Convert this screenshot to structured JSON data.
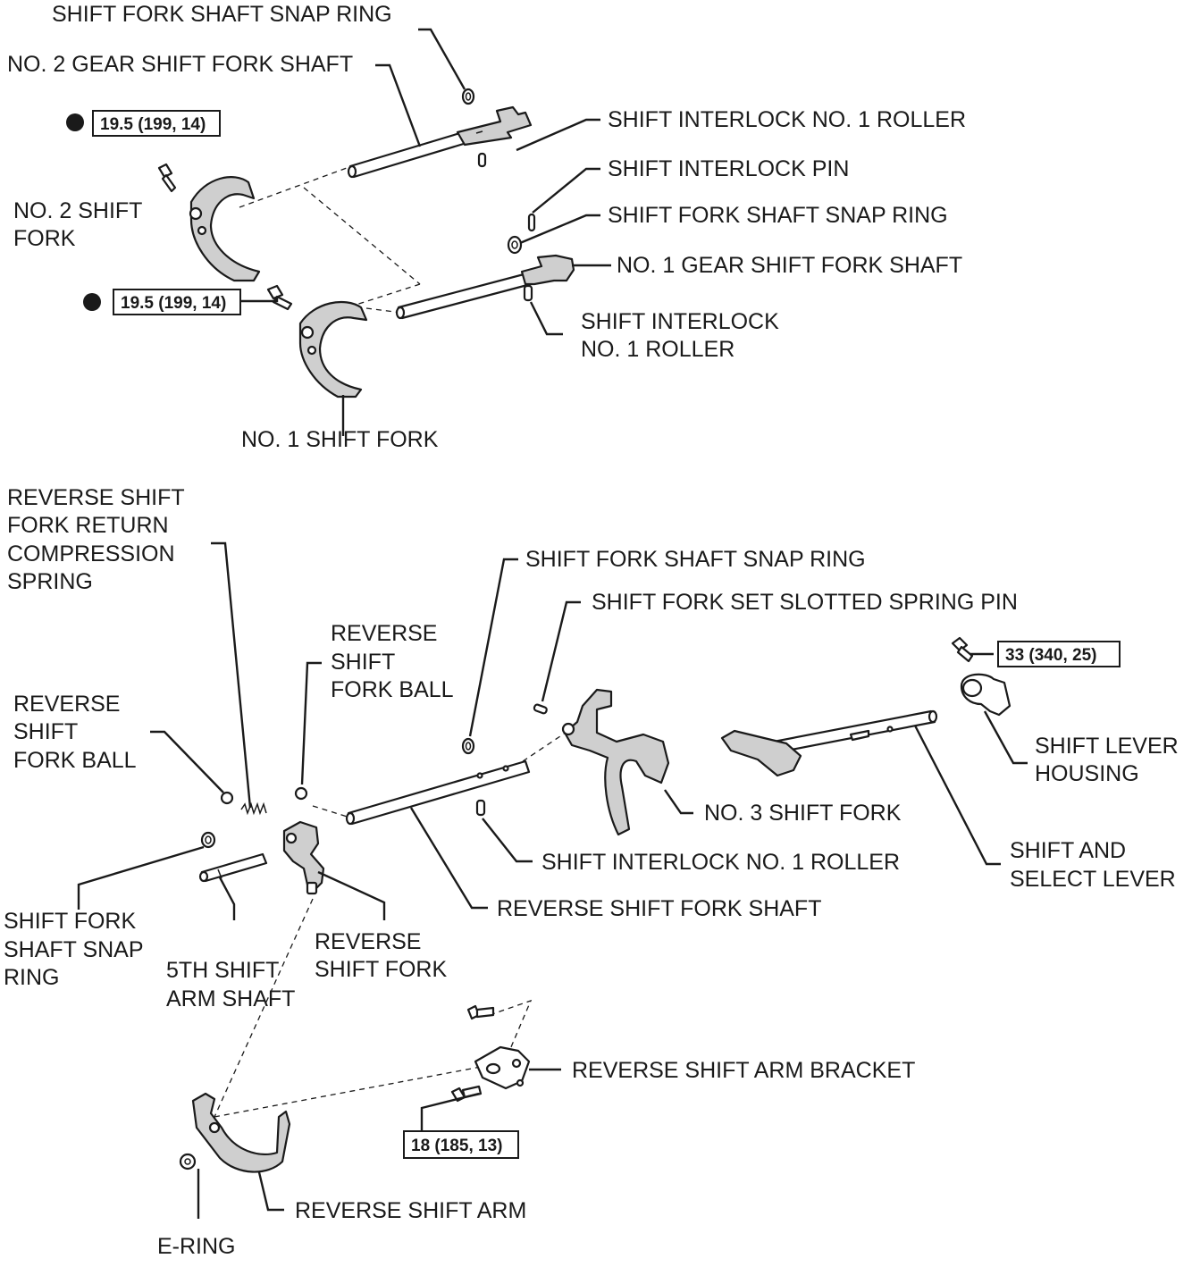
{
  "labels": {
    "snap_ring_top": "SHIFT FORK SHAFT SNAP RING",
    "no2_gear_shaft": "NO. 2 GEAR SHIFT FORK SHAFT",
    "interlock_roller_1": "SHIFT INTERLOCK NO. 1 ROLLER",
    "interlock_pin": "SHIFT INTERLOCK PIN",
    "snap_ring_mid": "SHIFT FORK SHAFT SNAP RING",
    "no1_gear_shaft": "NO. 1 GEAR SHIFT FORK SHAFT",
    "interlock_roller_2": [
      "SHIFT INTERLOCK",
      "NO. 1 ROLLER"
    ],
    "no2_fork": [
      "NO. 2 SHIFT",
      "FORK"
    ],
    "no1_fork": "NO. 1 SHIFT FORK",
    "rev_return_spring": [
      "REVERSE SHIFT",
      "FORK RETURN",
      "COMPRESSION",
      "SPRING"
    ],
    "rev_ball_right": [
      "REVERSE",
      "SHIFT",
      "FORK BALL"
    ],
    "rev_ball_left": [
      "REVERSE",
      "SHIFT",
      "FORK BALL"
    ],
    "snap_ring_low": "SHIFT FORK SHAFT SNAP RING",
    "slotted_pin": "SHIFT FORK SET SLOTTED SPRING PIN",
    "shift_lever_housing": [
      "SHIFT LEVER",
      "HOUSING"
    ],
    "no3_fork": "NO. 3 SHIFT FORK",
    "interlock_roller_3": "SHIFT INTERLOCK NO. 1 ROLLER",
    "shift_select_lever": [
      "SHIFT AND",
      "SELECT LEVER"
    ],
    "rev_fork_shaft": "REVERSE SHIFT FORK SHAFT",
    "snap_ring_left": [
      "SHIFT FORK",
      "SHAFT SNAP",
      "RING"
    ],
    "fifth_arm_shaft": [
      "5TH SHIFT",
      "ARM SHAFT"
    ],
    "rev_fork": [
      "REVERSE",
      "SHIFT FORK"
    ],
    "rev_arm_bracket": "REVERSE SHIFT ARM BRACKET",
    "rev_arm": "REVERSE SHIFT ARM",
    "e_ring": "E-RING"
  },
  "torques": {
    "no2_fork_bolt": "19.5 (199, 14)",
    "no1_fork_bolt": "19.5 (199, 14)",
    "housing_bolt": "33 (340, 25)",
    "bracket_bolt": "18 (185, 13)"
  }
}
